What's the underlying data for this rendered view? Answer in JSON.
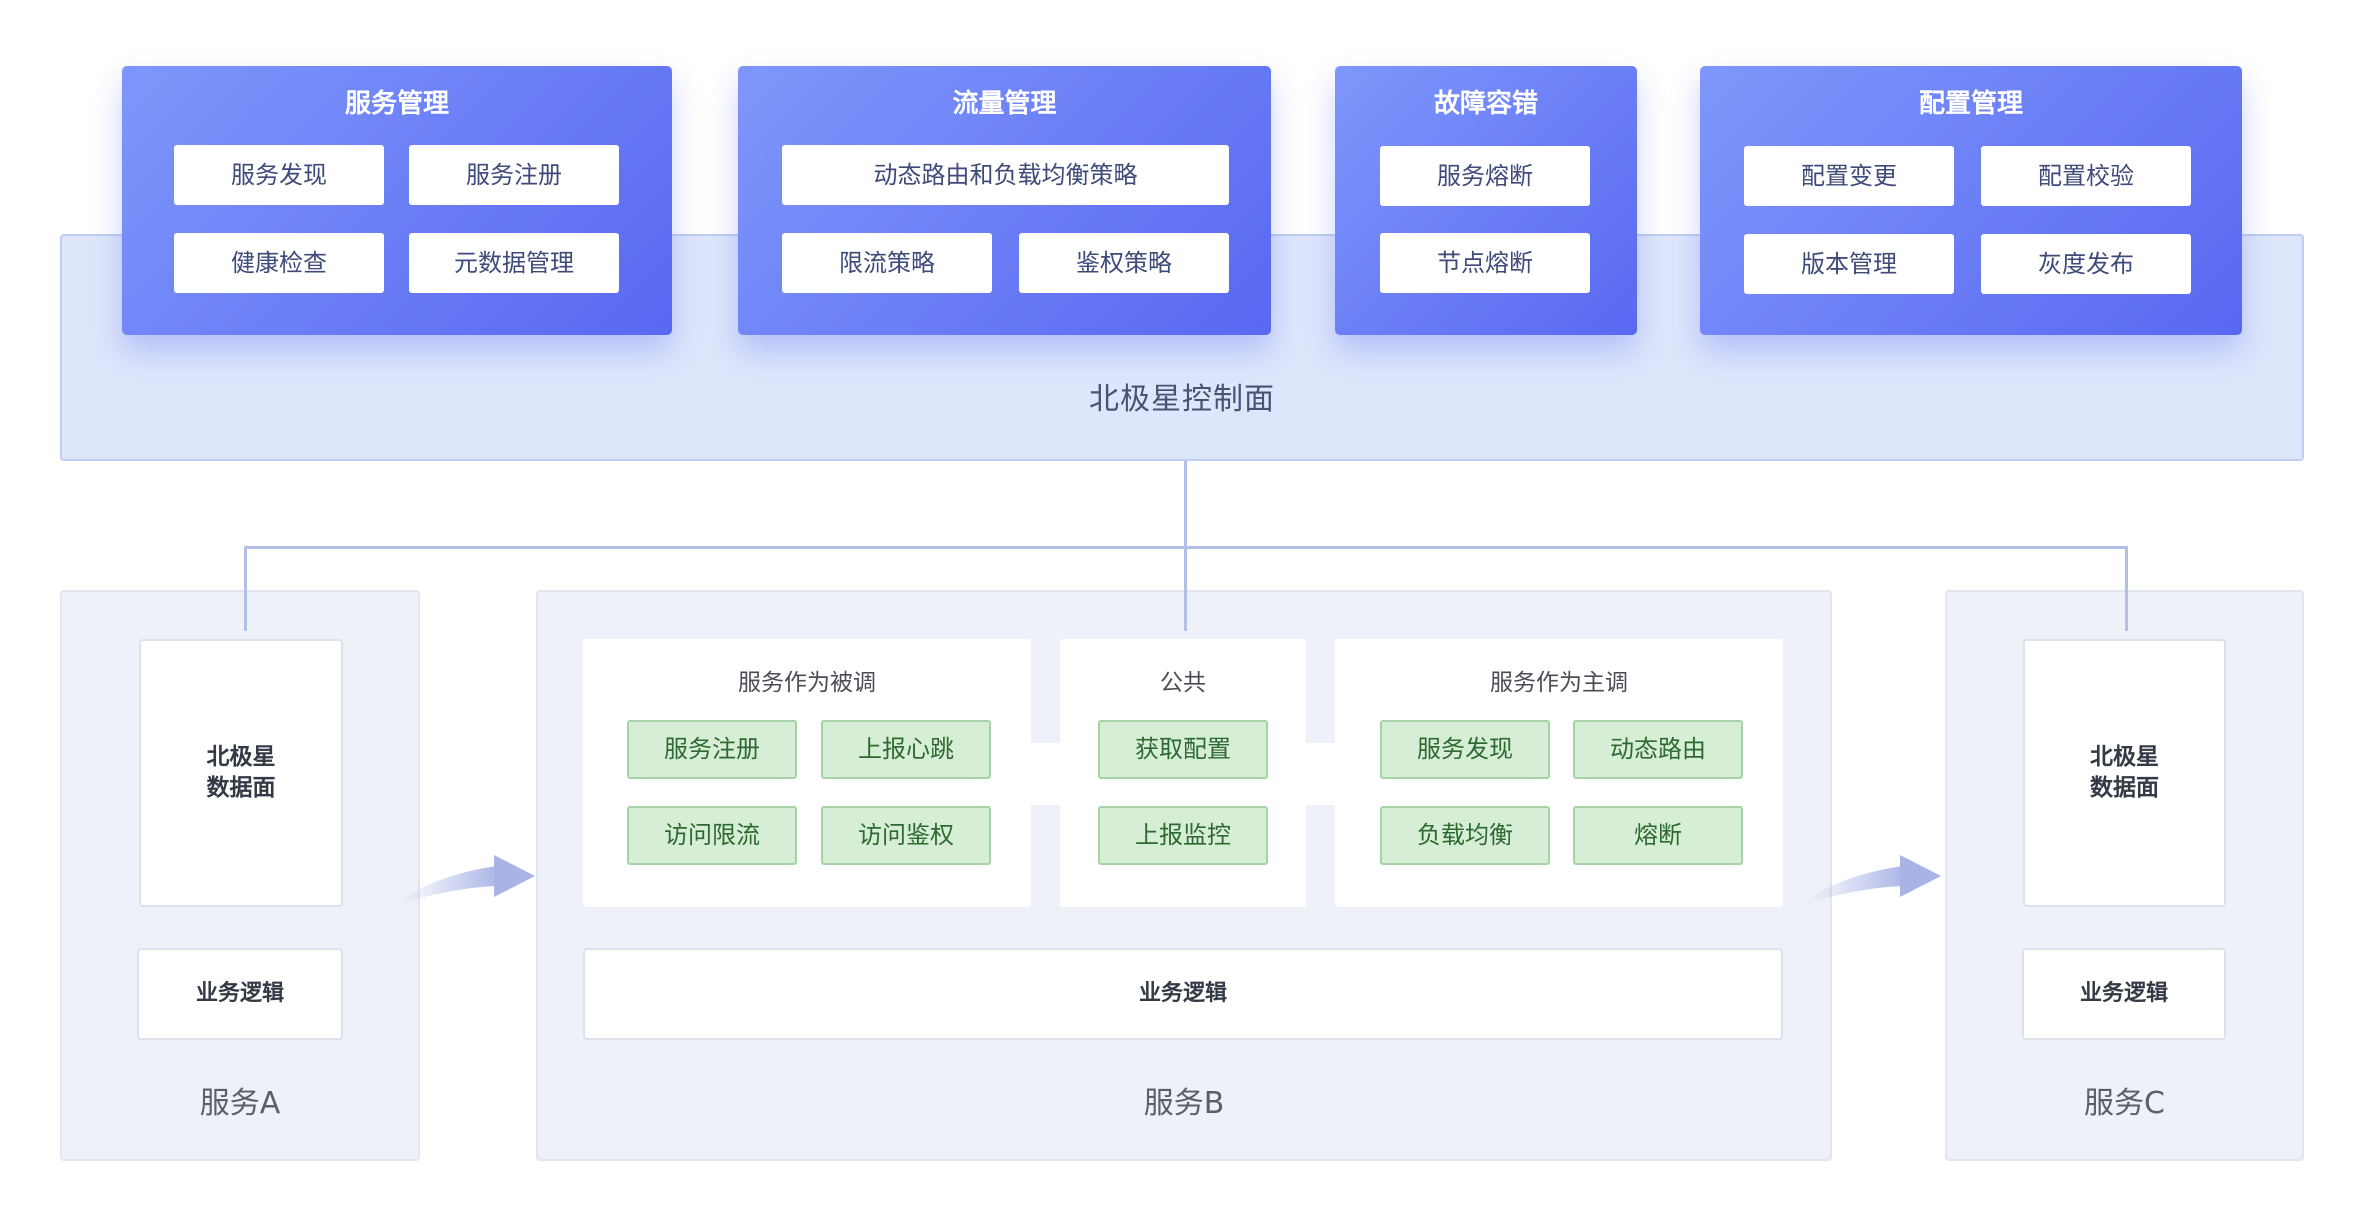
{
  "colors": {
    "module_gradient_start": "#7f97fb",
    "module_gradient_end": "#5868f1",
    "control_plane_fill": "#dde6fb",
    "control_plane_border": "#c0cef4",
    "module_item_text": "#3e4a7a",
    "service_fill": "#eef1f7",
    "service_border": "#e0e5ee",
    "sdk_item_fill": "#d6edd6",
    "sdk_item_border": "#a7d4a7",
    "sdk_item_text": "#2e6a30",
    "connector": "#b3c0e6",
    "arrow": "#a9b3e6"
  },
  "control_plane": {
    "label": "北极星控制面",
    "modules": [
      {
        "title": "服务管理",
        "items": [
          "服务发现",
          "服务注册",
          "健康检查",
          "元数据管理"
        ]
      },
      {
        "title": "流量管理",
        "items": [
          "动态路由和负载均衡策略",
          "限流策略",
          "鉴权策略"
        ]
      },
      {
        "title": "故障容错",
        "items": [
          "服务熔断",
          "节点熔断"
        ]
      },
      {
        "title": "配置管理",
        "items": [
          "配置变更",
          "配置校验",
          "版本管理",
          "灰度发布"
        ]
      }
    ]
  },
  "services": [
    {
      "name": "服务A",
      "data_plane_lines": [
        "北极星",
        "数据面"
      ],
      "business_logic": "业务逻辑"
    },
    {
      "name": "服务B",
      "business_logic": "业务逻辑",
      "groups": [
        {
          "title": "服务作为被调",
          "items": [
            "服务注册",
            "上报心跳",
            "访问限流",
            "访问鉴权"
          ]
        },
        {
          "title": "公共",
          "items": [
            "获取配置",
            "上报监控"
          ]
        },
        {
          "title": "服务作为主调",
          "items": [
            "服务发现",
            "动态路由",
            "负载均衡",
            "熔断"
          ]
        }
      ]
    },
    {
      "name": "服务C",
      "data_plane_lines": [
        "北极星",
        "数据面"
      ],
      "business_logic": "业务逻辑"
    }
  ]
}
